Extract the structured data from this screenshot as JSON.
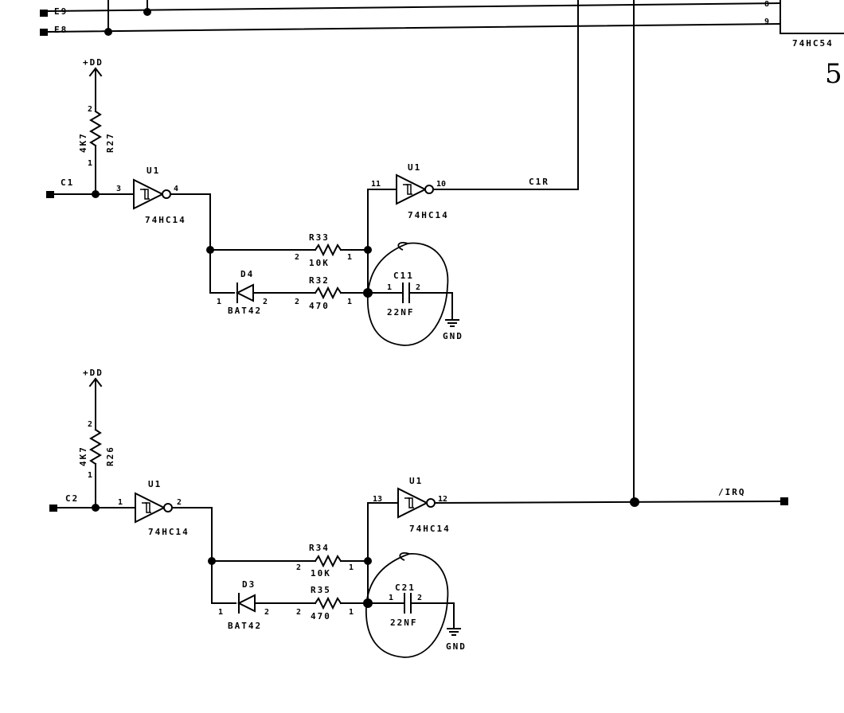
{
  "labels": {
    "vdd": "+DD",
    "gnd": "GND",
    "irq": "/IRQ",
    "c1r": "C1R",
    "ic_74hc54": "74HC54",
    "margin_mark": "5",
    "top_net_1": "E9",
    "top_net_2": "E8"
  },
  "channel_1": {
    "input_label": "C1",
    "pullup": {
      "ref": "R27",
      "value": "4K7",
      "pin_top": "2",
      "pin_bottom": "1"
    },
    "gate_in": {
      "ref": "U1",
      "part": "74HC14",
      "pin_in": "3",
      "pin_out": "4"
    },
    "gate_out": {
      "ref": "U1",
      "part": "74HC14",
      "pin_in": "11",
      "pin_out": "10"
    },
    "r_upper": {
      "ref": "R33",
      "value": "10K",
      "pin_left": "2",
      "pin_right": "1"
    },
    "r_lower": {
      "ref": "R32",
      "value": "470",
      "pin_left": "2",
      "pin_right": "1"
    },
    "diode": {
      "ref": "D4",
      "part": "BAT42",
      "pin_left": "1",
      "pin_right": "2"
    },
    "cap": {
      "ref": "C11",
      "value": "22NF",
      "pin_left": "1",
      "pin_right": "2"
    }
  },
  "channel_2": {
    "input_label": "C2",
    "pullup": {
      "ref": "R26",
      "value": "4K7",
      "pin_top": "2",
      "pin_bottom": "1"
    },
    "gate_in": {
      "ref": "U1",
      "part": "74HC14",
      "pin_in": "1",
      "pin_out": "2"
    },
    "gate_out": {
      "ref": "U1",
      "part": "74HC14",
      "pin_in": "13",
      "pin_out": "12"
    },
    "r_upper": {
      "ref": "R34",
      "value": "10K",
      "pin_left": "2",
      "pin_right": "1"
    },
    "r_lower": {
      "ref": "R35",
      "value": "470",
      "pin_left": "2",
      "pin_right": "1"
    },
    "diode": {
      "ref": "D3",
      "part": "BAT42",
      "pin_left": "1",
      "pin_right": "2"
    },
    "cap": {
      "ref": "C21",
      "value": "22NF",
      "pin_left": "1",
      "pin_right": "2"
    }
  }
}
